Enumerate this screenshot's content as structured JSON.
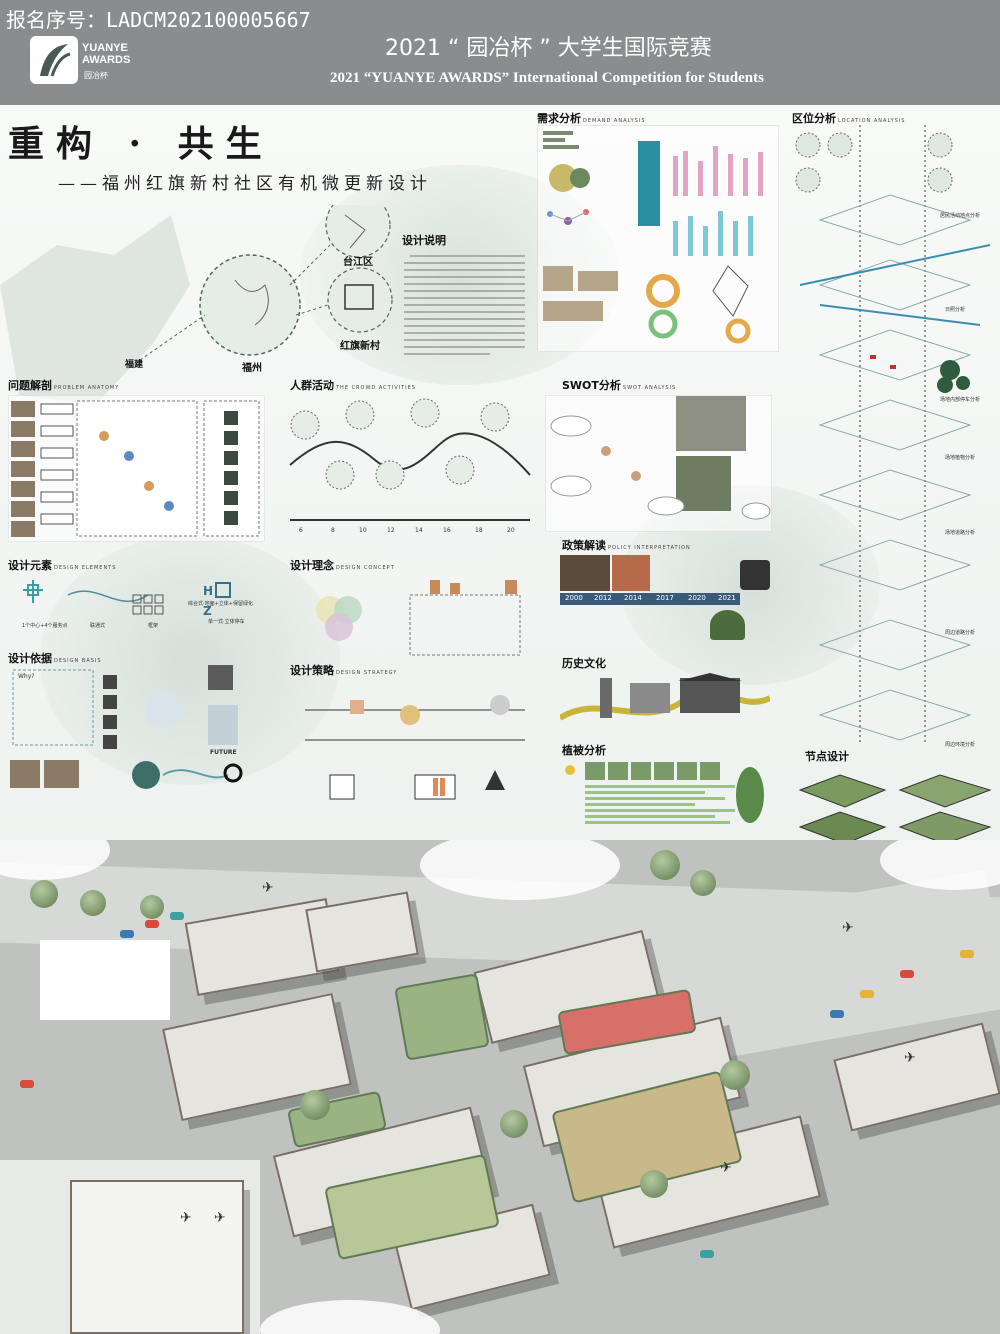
{
  "header": {
    "registration": "报名序号：LADCM202100005667",
    "logo_text_line1": "YUANYE",
    "logo_text_line2": "AWARDS",
    "logo_sub": "园冶杯",
    "title_cn": "2021 “ 园冶杯 ” 大学生国际竞赛",
    "title_en": "2021 “YUANYE AWARDS” International Competition for  Students"
  },
  "board": {
    "title": "重构 · 共生",
    "subtitle": "——福州红旗新村社区有机微更新设计",
    "map_labels": [
      "福建",
      "台江区",
      "福州",
      "红旗新村"
    ],
    "design_desc_title": "设计说明",
    "sections": {
      "demand": {
        "cn": "需求分析",
        "en": "DEMAND ANALYSIS"
      },
      "location": {
        "cn": "区位分析",
        "en": "LOCATION ANALYSIS"
      },
      "problem": {
        "cn": "问题解剖",
        "en": "PROBLEM ANATOMY"
      },
      "crowd": {
        "cn": "人群活动",
        "en": "THE CROWD ACTIVITIES"
      },
      "swot": {
        "cn": "SWOT分析",
        "en": "SWOT ANALYSIS"
      },
      "elements": {
        "cn": "设计元素",
        "en": "DESIGN ELEMENTS"
      },
      "concept": {
        "cn": "设计理念",
        "en": "DESIGN CONCEPT"
      },
      "policy": {
        "cn": "政策解读",
        "en": "POLICY INTERPRETATION"
      },
      "basis": {
        "cn": "设计依据",
        "en": "DESIGN BASIS"
      },
      "strategy": {
        "cn": "设计策略",
        "en": "DESIGN STRATEGY"
      },
      "history": {
        "cn": "历史文化",
        "en": ""
      },
      "planting": {
        "cn": "植被分析",
        "en": ""
      },
      "node": {
        "cn": "节点设计",
        "en": ""
      }
    },
    "timeline_hours": [
      "6",
      "8",
      "10",
      "12",
      "14",
      "16",
      "18",
      "20"
    ],
    "policy_years": [
      "2000",
      "2012",
      "2014",
      "2017",
      "2020",
      "2021"
    ],
    "location_labels": [
      "居民活动地点分析",
      "日照分析",
      "场地内部停车分析",
      "场地植物分析",
      "场地道路分析",
      "周边道路分析",
      "周边环境分析"
    ],
    "element_labels": [
      "1个中心+4个服务点",
      "联通式",
      "框架",
      "综合式·地面+立体+保留绿化",
      "单一式·立体停车"
    ],
    "basis_labels": [
      "Why?",
      "FUTURE"
    ]
  },
  "colors": {
    "header_bg": "#8a8c8e",
    "board_bg": "#f4f7f4",
    "aerial_bg": "#bfc2bf",
    "green": "#9bb383",
    "building_roof": "#f4f2ec"
  }
}
